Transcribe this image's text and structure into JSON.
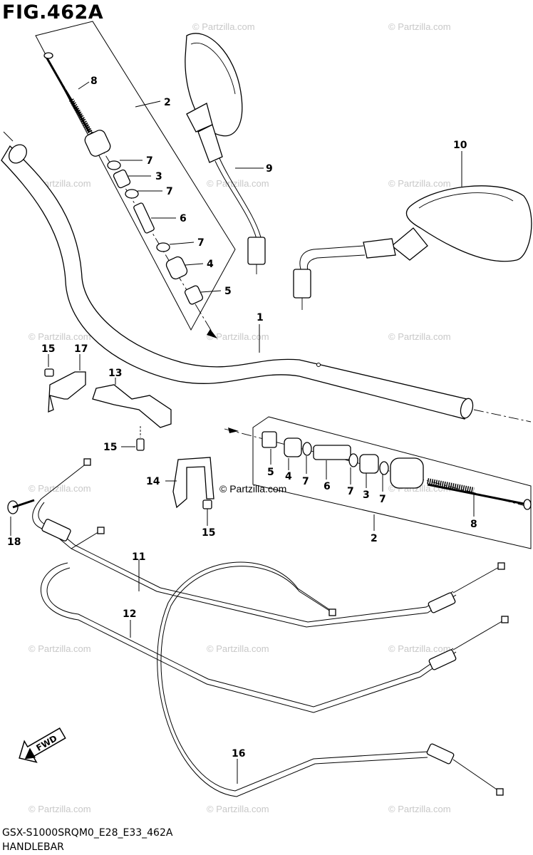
{
  "figure_title": "FIG.462A",
  "footer": {
    "model_code": "GSX-S1000SRQM0_E28_E33_462A",
    "section_name": "HANDLEBAR"
  },
  "watermark_text": "© Partzilla.com",
  "fwd_arrow_text": "FWD",
  "callouts": {
    "c1": "1",
    "c2_top": "2",
    "c2_bottom": "2",
    "c3_top": "3",
    "c3_bottom": "3",
    "c4_top": "4",
    "c4_bottom": "4",
    "c5_top": "5",
    "c5_bottom": "5",
    "c6_top": "6",
    "c6_bottom": "6",
    "c7_a": "7",
    "c7_b": "7",
    "c7_c": "7",
    "c7_d": "7",
    "c7_e": "7",
    "c7_f": "7",
    "c8_top": "8",
    "c8_bottom": "8",
    "c9": "9",
    "c10": "10",
    "c11": "11",
    "c12": "12",
    "c13": "13",
    "c14": "14",
    "c15_a": "15",
    "c15_b": "15",
    "c15_c": "15",
    "c16": "16",
    "c17": "17",
    "c18": "18"
  }
}
